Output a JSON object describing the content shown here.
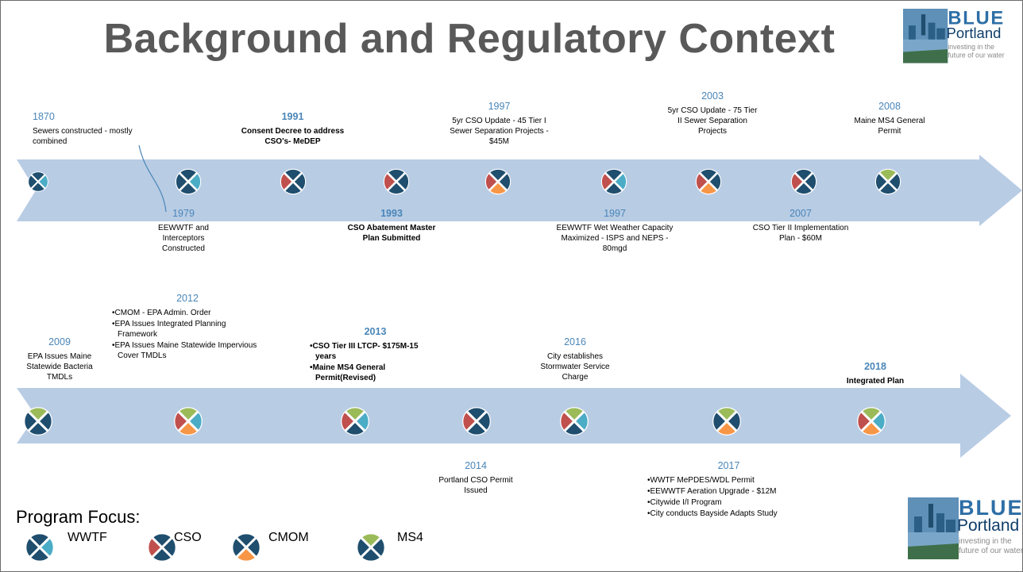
{
  "slide_title": "Background and Regulatory Context",
  "logo": {
    "line1": "BLUE",
    "line2": "Portland",
    "tag1": "investing in the",
    "tag2": "future of our water"
  },
  "colors": {
    "navy": "#1f4e6e",
    "wwtf": "#4bacc6",
    "cso": "#c0504d",
    "cmom": "#f79646",
    "ms4": "#9bbb59",
    "arrow": "#b8cce4"
  },
  "timeline1": {
    "top_events": [
      {
        "year": "1870",
        "label": "Sewers constructed - mostly combined",
        "bold": false
      },
      {
        "year": "1991",
        "label": "Consent Decree to address CSO's- MeDEP",
        "bold": true
      },
      {
        "year": "1997",
        "label": "5yr CSO Update - 45 Tier I Sewer Separation Projects - $45M",
        "bold": false
      },
      {
        "year": "2003",
        "label": "5yr CSO Update - 75 Tier II Sewer Separation Projects",
        "bold": false
      },
      {
        "year": "2008",
        "label": "Maine MS4 General Permit",
        "bold": false
      }
    ],
    "bottom_events": [
      {
        "year": "1979",
        "label": "EEWWTF and Interceptors Constructed",
        "bold": false
      },
      {
        "year": "1993",
        "label": "CSO Abatement Master Plan Submitted",
        "bold": true
      },
      {
        "year": "1997",
        "label": "EEWWTF Wet Weather Capacity Maximized - ISPS and NEPS - 80mgd",
        "bold": false
      },
      {
        "year": "2007",
        "label": "CSO Tier II Implementation Plan - $60M",
        "bold": false
      }
    ]
  },
  "timeline2": {
    "events": [
      {
        "year": "2009",
        "label": "EPA Issues Maine Statewide Bacteria TMDLs"
      },
      {
        "year": "2012",
        "items": [
          "CMOM - EPA Admin. Order",
          "EPA Issues Integrated Planning Framework",
          "EPA Issues Maine Statewide Impervious Cover TMDLs"
        ]
      },
      {
        "year": "2013",
        "items": [
          "CSO Tier  III LTCP- $175M-15 years",
          "Maine MS4 General Permit(Revised)"
        ]
      },
      {
        "year": "2016",
        "label": "City establishes Stormwater Service Charge"
      },
      {
        "year": "2018",
        "label": "Integrated Plan"
      },
      {
        "year": "2014",
        "label": "Portland CSO Permit Issued"
      },
      {
        "year": "2017",
        "items": [
          "WWTF MePDES/WDL Permit",
          "EEWWTF Aeration Upgrade - $12M",
          "Citywide I/I Program",
          "City conducts Bayside Adapts Study"
        ]
      }
    ]
  },
  "icons": {
    "row1": [
      [
        "wwtf"
      ],
      [
        "wwtf"
      ],
      [
        "cso"
      ],
      [
        "cso"
      ],
      [
        "cso",
        "cmom"
      ],
      [
        "cso",
        "wwtf"
      ],
      [
        "cso",
        "cmom"
      ],
      [
        "cso"
      ],
      [
        "ms4"
      ]
    ],
    "row2": [
      [
        "ms4"
      ],
      [
        "ms4",
        "wwtf",
        "cmom",
        "cso"
      ],
      [
        "ms4",
        "wwtf",
        "cso"
      ],
      [
        "cso"
      ],
      [
        "ms4",
        "wwtf",
        "cso"
      ],
      [
        "ms4",
        "cmom"
      ],
      [
        "ms4",
        "cmom",
        "wwtf",
        "cso"
      ]
    ]
  },
  "legend": {
    "title": "Program Focus:",
    "items": [
      {
        "label": "WWTF",
        "quad": "wwtf"
      },
      {
        "label": "CSO",
        "quad": "cso"
      },
      {
        "label": "CMOM",
        "quad": "cmom"
      },
      {
        "label": "MS4",
        "quad": "ms4"
      }
    ]
  }
}
